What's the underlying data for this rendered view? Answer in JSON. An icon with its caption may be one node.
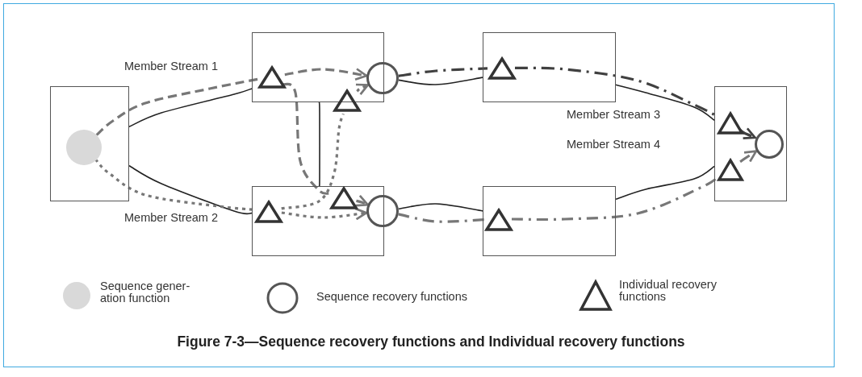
{
  "diagram": {
    "caption": "Figure 7-3—Sequence recovery functions and Individual recovery functions",
    "nodes": [
      {
        "text": [],
        "shape": "box"
      },
      {
        "text": [],
        "shape": "box"
      },
      {
        "text": [],
        "shape": "box"
      },
      {
        "text": [],
        "shape": "box"
      },
      {
        "text": [],
        "shape": "box"
      },
      {
        "text": [],
        "shape": "box"
      },
      {
        "text": [],
        "shape": "circle",
        "in": 0
      },
      {
        "text": [],
        "shape": "triangle",
        "in": 1
      },
      {
        "text": [],
        "shape": "circle"
      },
      {
        "text": [],
        "shape": "triangle"
      },
      {
        "text": [],
        "shape": "triangle",
        "in": 2
      },
      {
        "text": [],
        "shape": "triangle",
        "in": 2
      },
      {
        "text": [],
        "shape": "circle"
      },
      {
        "text": [],
        "shape": "triangle",
        "in": 3
      },
      {
        "text": [],
        "shape": "triangle",
        "in": 4
      },
      {
        "text": [],
        "shape": "triangle",
        "in": 5
      },
      {
        "text": [],
        "shape": "triangle",
        "in": 5
      },
      {
        "text": [],
        "shape": "circle",
        "in": 5
      }
    ],
    "edges": [
      {
        "from": 0,
        "to": 1,
        "arrow": "none",
        "label": "Member Stream 1"
      },
      {
        "from": 0,
        "to": 2,
        "arrow": "none",
        "label": "Member Stream 2"
      },
      {
        "from": 1,
        "to": 2,
        "arrow": "none"
      },
      {
        "from": 8,
        "to": 3,
        "arrow": "none"
      },
      {
        "from": 12,
        "to": 4,
        "arrow": "none"
      },
      {
        "from": 3,
        "to": 5,
        "arrow": "none",
        "label": "Member Stream 3"
      },
      {
        "from": 4,
        "to": 5,
        "arrow": "none",
        "label": "Member Stream 4"
      },
      {
        "from": 6,
        "to": 7,
        "arrow": "none",
        "style": "dashed",
        "color": "#777777"
      },
      {
        "from": 7,
        "to": 8,
        "arrow": "to",
        "style": "dashed",
        "color": "#777777"
      },
      {
        "from": 7,
        "to": 11,
        "arrow": "none",
        "style": "dashed",
        "color": "#777777"
      },
      {
        "from": 11,
        "to": 12,
        "arrow": "to",
        "style": "dashed",
        "color": "#777777"
      },
      {
        "from": 6,
        "to": 10,
        "arrow": "none",
        "style": "dashed",
        "color": "#777777"
      },
      {
        "from": 10,
        "to": 12,
        "arrow": "to",
        "style": "dashed",
        "color": "#777777"
      },
      {
        "from": 10,
        "to": 9,
        "arrow": "none",
        "style": "dashed",
        "color": "#777777"
      },
      {
        "from": 9,
        "to": 8,
        "arrow": "to",
        "style": "dashed",
        "color": "#777777"
      },
      {
        "from": 8,
        "to": 13,
        "arrow": "none",
        "style": "dashed",
        "color": "#404040"
      },
      {
        "from": 13,
        "to": 15,
        "arrow": "none",
        "style": "dashed",
        "color": "#404040"
      },
      {
        "from": 15,
        "to": 17,
        "arrow": "to",
        "style": "dashed",
        "color": "#404040"
      },
      {
        "from": 12,
        "to": 14,
        "arrow": "none",
        "style": "dashed",
        "color": "#777777"
      },
      {
        "from": 14,
        "to": 16,
        "arrow": "none",
        "style": "dashed",
        "color": "#777777"
      },
      {
        "from": 16,
        "to": 17,
        "arrow": "to",
        "style": "dashed",
        "color": "#777777"
      }
    ],
    "legend": [
      {
        "text": "Sequence gener- ation function"
      },
      {
        "text": "Sequence recovery functions"
      },
      {
        "text": "Individual recovery functions"
      }
    ]
  }
}
